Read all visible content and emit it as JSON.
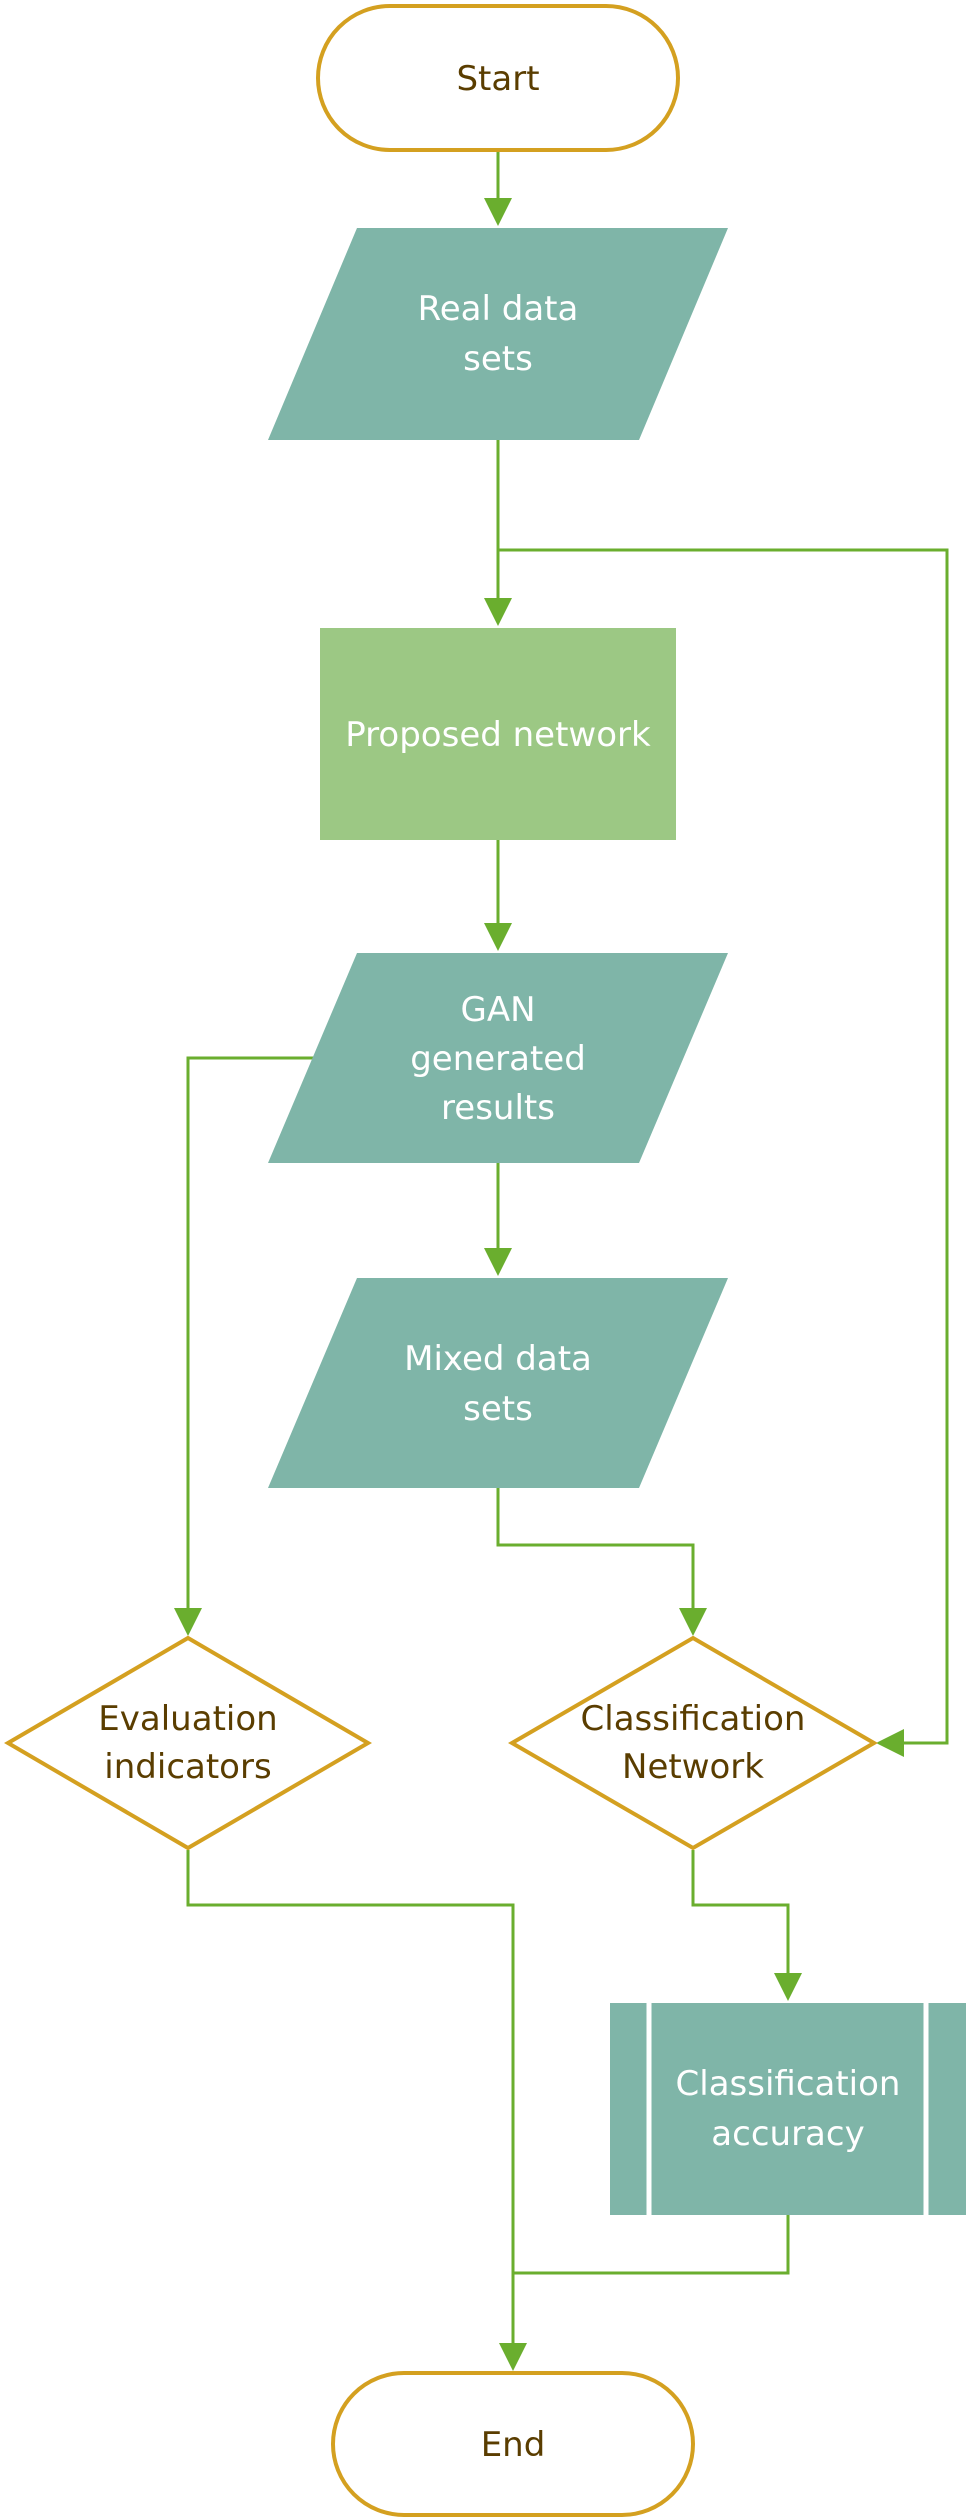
{
  "nodes": {
    "start": {
      "label": [
        "Start"
      ]
    },
    "real_data": {
      "label": [
        "Real data",
        "sets"
      ]
    },
    "proposed_network": {
      "label": [
        "Proposed network"
      ]
    },
    "gan_results": {
      "label": [
        "GAN",
        "generated",
        "results"
      ]
    },
    "mixed_data": {
      "label": [
        "Mixed data",
        "sets"
      ]
    },
    "evaluation": {
      "label": [
        "Evaluation",
        "indicators"
      ]
    },
    "classification_network": {
      "label": [
        "Classification",
        "Network"
      ]
    },
    "classification_accuracy": {
      "label": [
        "Classification",
        "accuracy"
      ]
    },
    "end": {
      "label": [
        "End"
      ]
    }
  },
  "colors": {
    "io_fill": "#7fb5a8",
    "process_fill": "#9cc884",
    "terminal_stroke": "#d4a020",
    "arrow": "#6aae2e"
  }
}
